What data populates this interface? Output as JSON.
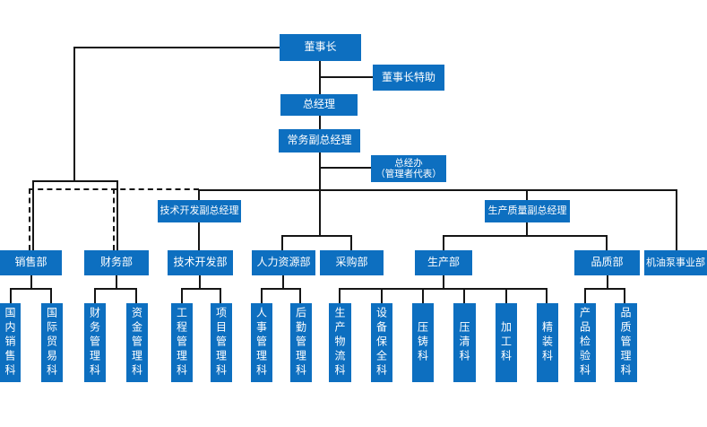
{
  "colors": {
    "box": "#0d6fc0",
    "text": "#ffffff",
    "line": "#151515",
    "background": "#ffffff"
  },
  "nodes": {
    "chairman": "董事长",
    "chairman_assistant": "董事长特助",
    "general_manager": "总经理",
    "executive_deputy_gm": "常务副总经理",
    "gm_office_line1": "总经办",
    "gm_office_line2": "（管理者代表）",
    "tech_dev_deputy_gm": "技术开发副总经理",
    "production_quality_deputy_gm": "生产质量副总经理"
  },
  "departments": [
    {
      "label": "销售部",
      "sections": [
        "国内销售科",
        "国际贸易科"
      ]
    },
    {
      "label": "财务部",
      "sections": [
        "财务管理科",
        "资金管理科"
      ]
    },
    {
      "label": "技术开发部",
      "sections": [
        "工程管理科",
        "项目管理科"
      ]
    },
    {
      "label": "人力资源部",
      "sections": [
        "人事管理科",
        "后勤管理科"
      ]
    },
    {
      "label": "采购部",
      "sections": []
    },
    {
      "label": "生产部",
      "sections": [
        "生产物流科",
        "设备保全科",
        "压铸科",
        "压清科",
        "加工科",
        "精装科"
      ]
    },
    {
      "label": "品质部",
      "sections": [
        "产品检验科",
        "品质管理科"
      ]
    },
    {
      "label": "机油泵事业部",
      "sections": []
    }
  ]
}
